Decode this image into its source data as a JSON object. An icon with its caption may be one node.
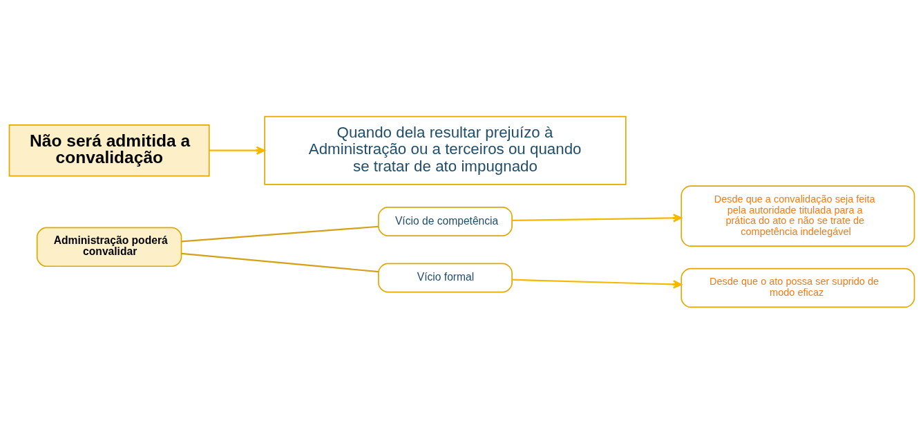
{
  "diagram": {
    "nodes": [
      {
        "text": [
          "Administração poderá convalidar"
        ]
      },
      {
        "text": [
          "Vício de competência"
        ]
      },
      {
        "text": [
          "Desde que a convalidação seja feita pela autoridade titulada para a prática do ato e não se trate de competência indelegável"
        ]
      },
      {
        "text": [
          "Vício formal"
        ]
      },
      {
        "text": [
          "Desde que o ato possa ser suprido de modo eficaz"
        ]
      },
      {
        "text": [
          "Não será admitida a convalidação"
        ]
      },
      {
        "text": [
          "Quando dela resultar prejuízo à Administração ou a terceiros ou quando se tratar de ato impugnado"
        ]
      }
    ],
    "edges": [
      {
        "from": 0,
        "to": 1,
        "arrow": "none",
        "color": "#d4a017"
      },
      {
        "from": 0,
        "to": 3,
        "arrow": "none",
        "color": "#d4a017"
      },
      {
        "from": 1,
        "to": 2,
        "arrow": "to"
      },
      {
        "from": 3,
        "to": 4,
        "arrow": "to"
      },
      {
        "from": 5,
        "to": 6,
        "arrow": "to"
      }
    ]
  }
}
